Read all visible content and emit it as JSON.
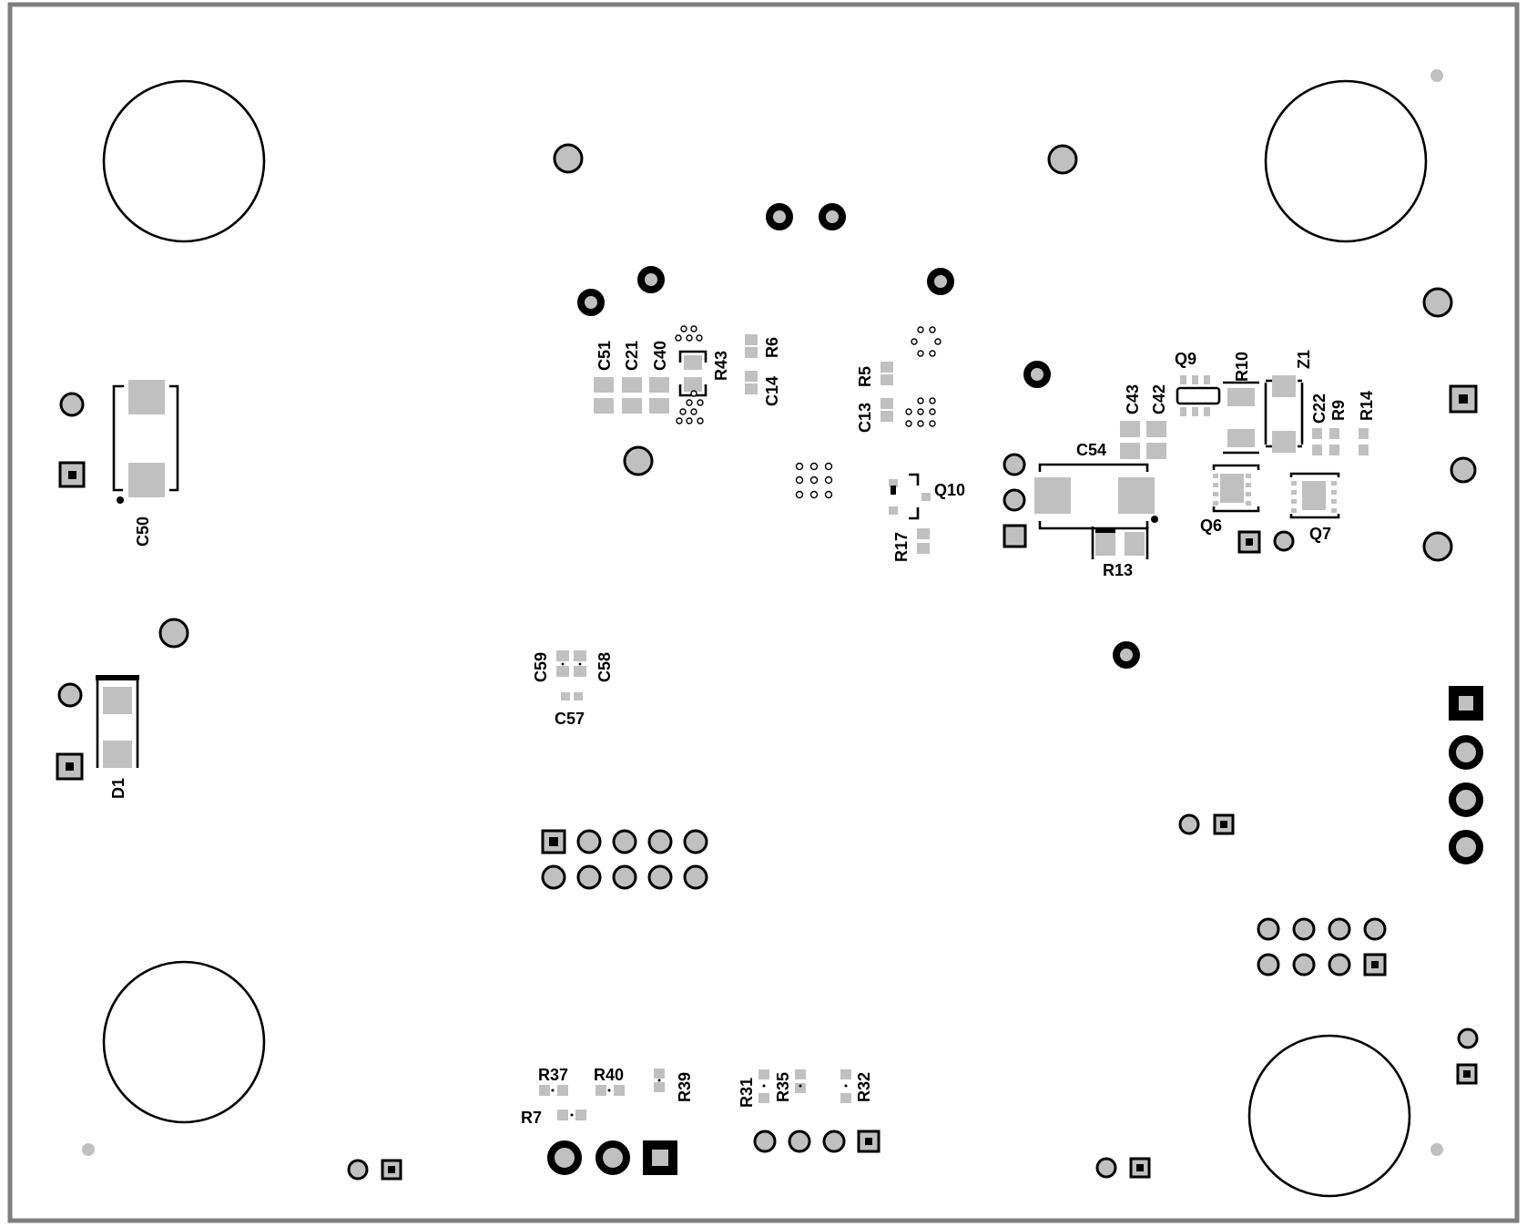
{
  "board": {
    "title": "",
    "labels": {
      "C50": "C50",
      "D1": "D1",
      "C51": "C51",
      "C21": "C21",
      "C40": "C40",
      "R43": "R43",
      "R6": "R6",
      "C14": "C14",
      "R5": "R5",
      "C13": "C13",
      "Q10": "Q10",
      "R17": "R17",
      "C54": "C54",
      "R13": "R13",
      "C43": "C43",
      "C42": "C42",
      "Q9": "Q9",
      "R10": "R10",
      "Z1": "Z1",
      "C22": "C22",
      "R9": "R9",
      "R14": "R14",
      "Q6": "Q6",
      "Q7": "Q7",
      "C59": "C59",
      "C58": "C58",
      "C57": "C57",
      "R37": "R37",
      "R40": "R40",
      "R39": "R39",
      "R7": "R7",
      "R31": "R31",
      "R35": "R35",
      "R32": "R32"
    },
    "colors": {
      "pad": "#c0c0c0",
      "silkscreen": "#000000",
      "outline": "#7f7f7f",
      "background": "#ffffff"
    }
  }
}
